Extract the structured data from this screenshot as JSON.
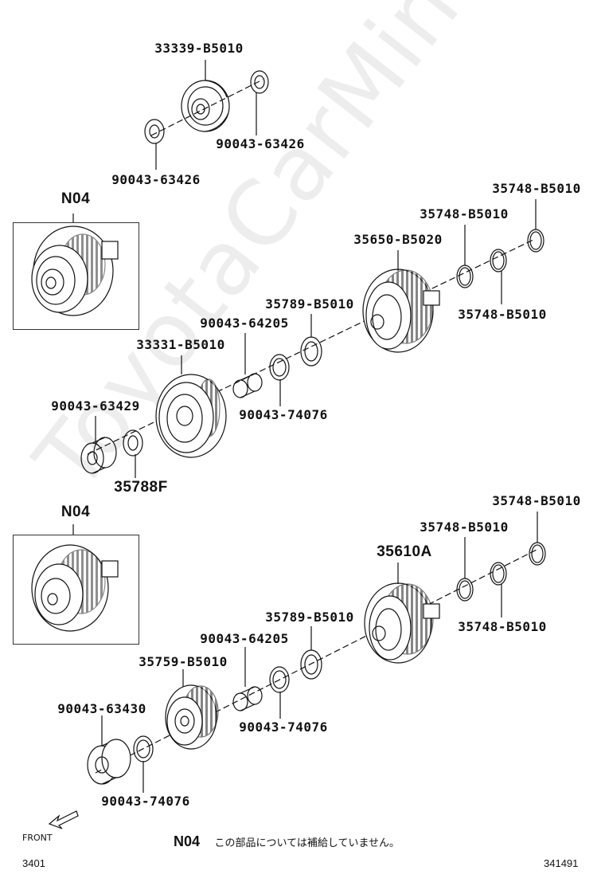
{
  "watermark": "ToyotaCarMine.ru",
  "parts": {
    "p33339": "33339-B5010",
    "p90043_63426_r": "90043-63426",
    "p90043_63426_l": "90043-63426",
    "n04_top": "N04",
    "p35748_t1": "35748-B5010",
    "p35748_t2": "35748-B5010",
    "p35650": "35650-B5020",
    "p35748_t3": "35748-B5010",
    "p35789_t": "35789-B5010",
    "p90043_64205_t": "90043-64205",
    "p33331": "33331-B5010",
    "p90043_63429": "90043-63429",
    "p90043_74076_t": "90043-74076",
    "p35788f": "35788F",
    "n04_bottom": "N04",
    "p35748_b1": "35748-B5010",
    "p35748_b2": "35748-B5010",
    "p35610a": "35610A",
    "p35748_b3": "35748-B5010",
    "p35789_b": "35789-B5010",
    "p90043_64205_b": "90043-64205",
    "p35759": "35759-B5010",
    "p90043_63430": "90043-63430",
    "p90043_74076_b": "90043-74076",
    "p90043_74076_b2": "90043-74076"
  },
  "footer": {
    "front": "FRONT",
    "note_code": "N04",
    "note_text": "この部品については補給していません。",
    "page_left": "3401",
    "page_right": "341491"
  }
}
